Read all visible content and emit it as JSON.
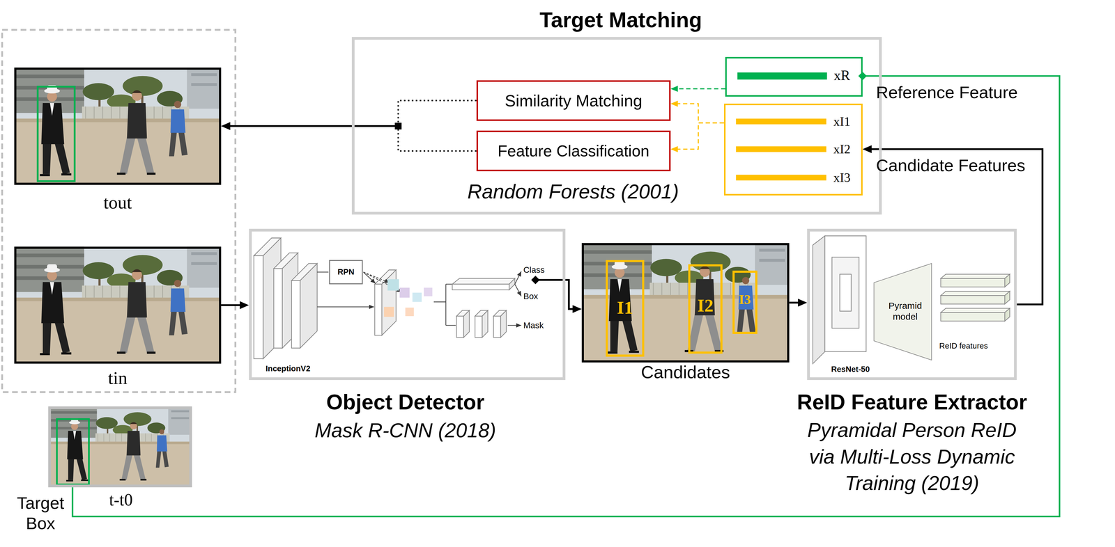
{
  "diagram": {
    "nodes": [
      {
        "text": [
          "Target Matching",
          "Random Forests (2001)"
        ]
      },
      {
        "text": [
          "Similarity Matching"
        ],
        "in": 0
      },
      {
        "text": [
          "Feature Classification"
        ],
        "in": 0
      },
      {
        "text": [
          "xR"
        ],
        "in": 0
      },
      {
        "text": [
          "xI1",
          "xI2",
          "xI3"
        ],
        "in": 0
      },
      {
        "text": [
          "tout"
        ]
      },
      {
        "text": [
          "tin"
        ]
      },
      {
        "text": [
          "Object Detector",
          "Mask R-CNN (2018)"
        ]
      },
      {
        "text": [
          "RPN"
        ],
        "in": 7
      },
      {
        "text": [
          "Candidates"
        ]
      },
      {
        "text": [
          "I1"
        ],
        "in": 9
      },
      {
        "text": [
          "I2"
        ],
        "in": 9
      },
      {
        "text": [
          "I3"
        ],
        "in": 9
      },
      {
        "text": [
          "ReID Feature Extractor",
          "Pyramidal Person ReID via Multi-Loss Dynamic Training (2019)"
        ]
      },
      {
        "text": [
          "Pyramid model"
        ],
        "in": 13
      },
      {
        "text": [
          "Target Box",
          "t-t0"
        ]
      }
    ],
    "edges": [
      {
        "from": 1,
        "to": 5,
        "arrow": "to"
      },
      {
        "from": 2,
        "to": 5,
        "arrow": "to"
      },
      {
        "from": 3,
        "to": 1,
        "arrow": "to"
      },
      {
        "from": 4,
        "to": 1,
        "arrow": "to"
      },
      {
        "from": 4,
        "to": 2,
        "arrow": "to"
      },
      {
        "from": 6,
        "to": 7,
        "arrow": "to"
      },
      {
        "from": 7,
        "to": 9,
        "arrow": "to"
      },
      {
        "from": 9,
        "to": 13,
        "arrow": "to"
      },
      {
        "from": 13,
        "to": 4,
        "arrow": "to"
      },
      {
        "from": 15,
        "to": 3,
        "arrow": "to"
      }
    ],
    "labels": [
      "Reference Feature",
      "Candidate Features",
      "InceptionV2",
      "Class",
      "Box",
      "Mask",
      "ResNet-50",
      "ReID features"
    ]
  }
}
